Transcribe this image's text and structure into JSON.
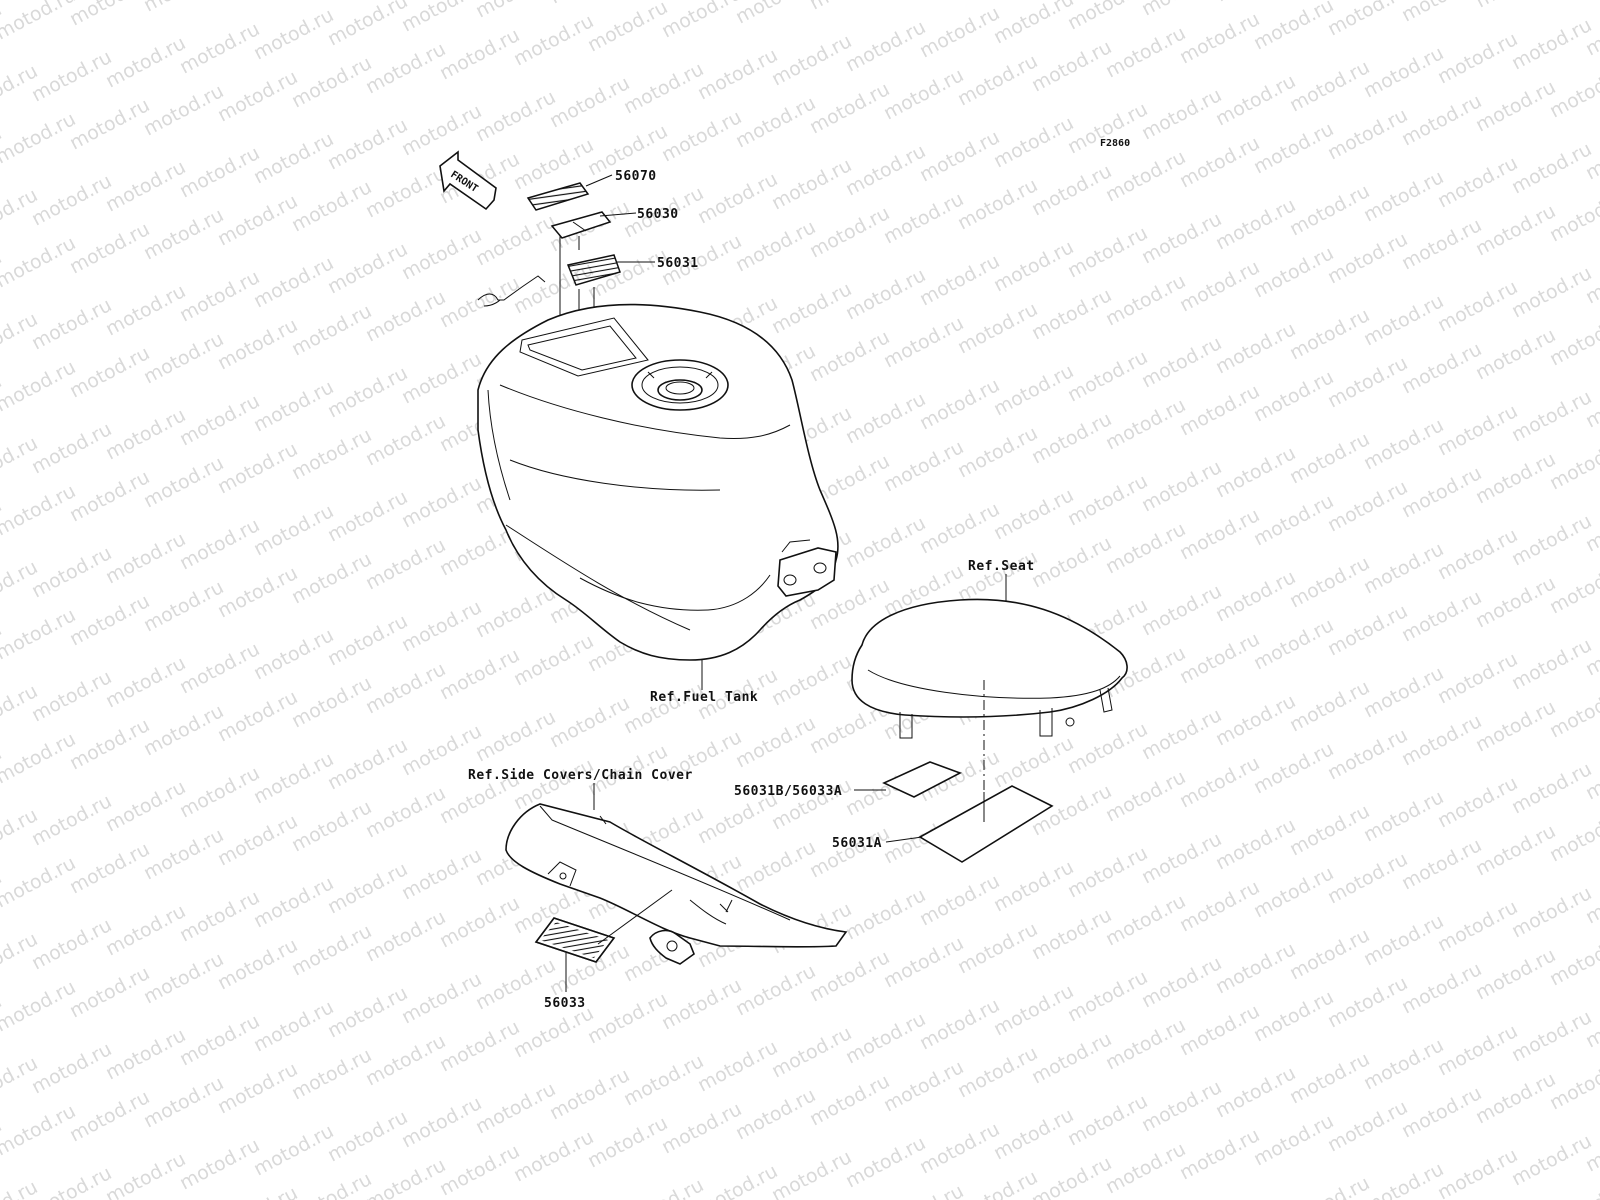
{
  "diagram_code": "F2860",
  "watermark_text": "motod.ru",
  "front_arrow_text": "FRONT",
  "labels": {
    "p56070": "56070",
    "p56030": "56030",
    "p56031": "56031",
    "ref_fuel_tank": "Ref.Fuel Tank",
    "ref_seat": "Ref.Seat",
    "p56031b_56033a": "56031B/56033A",
    "p56031a": "56031A",
    "ref_side_covers": "Ref.Side Covers/Chain Cover",
    "p56033": "56033"
  },
  "colors": {
    "line": "#111111",
    "watermark": "#d9d9d9",
    "background": "#ffffff"
  }
}
